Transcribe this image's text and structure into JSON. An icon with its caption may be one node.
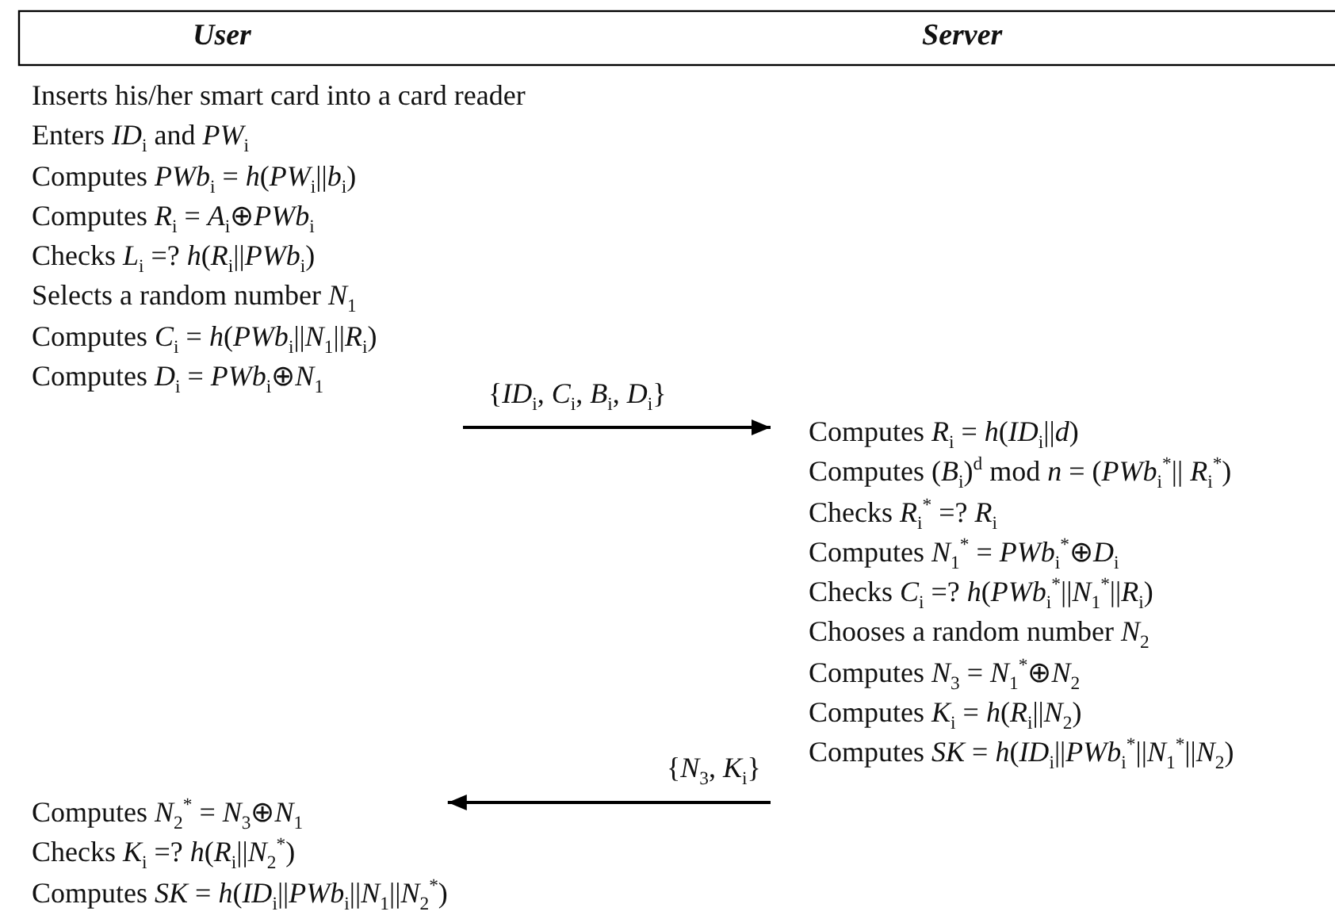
{
  "diagram": {
    "nodes": [
      {
        "text": [
          "Inserts his/her smart card into a card reader",
          "Enters *ID*$_{i}$ and *PW*$_{i}$",
          "Computes *PWb*$_{i}$ = *h*(*PW*$_{i}$||*b*$_{i}$)",
          "Computes *R*$_{i}$ = *A*$_{i}$⊕*PWb*$_{i}$",
          "Checks *L*$_{i}$ =? *h*(*R*$_{i}$||*PWb*$_{i}$)",
          "Selects a random number *N*$_{1}$",
          "Computes *C*$_{i}$ = *h*(*PWb*$_{i}$||*N*$_{1}$||*R*$_{i}$)",
          "Computes *D*$_{i}$ = *PWb*$_{i}$⊕*N*$_{1}$"
        ]
      },
      {
        "text": [
          "Computes *R*$_{i}$ = *h*(*ID*$_{i}$||*d*)",
          "Computes (*B*$_{i}$)$^{d}$ mod *n* = (*PWb*$_{i}$$^{*}$|| *R*$_{i}$$^{*}$)",
          "Checks *R*$_{i}$$^{*}$ =? *R*$_{i}$",
          "Computes *N*$_{1}$$^{*}$ = *PWb*$_{i}$$^{*}$⊕*D*$_{i}$",
          "Checks *C*$_{i}$ =? *h*(*PWb*$_{i}$$^{*}$||*N*$_{1}$$^{*}$||*R*$_{i}$)",
          "Chooses a random number *N*$_{2}$",
          "Computes *N*$_{3}$ = *N*$_{1}$$^{*}$⊕*N*$_{2}$",
          "Computes *K*$_{i}$ = *h*(*R*$_{i}$||*N*$_{2}$)",
          "Computes *SK* = *h*(*ID*$_{i}$||*PWb*$_{i}$$^{*}$||*N*$_{1}$$^{*}$||*N*$_{2}$)"
        ]
      },
      {
        "text": [
          "Computes *N*$_{2}$$^{*}$ = *N*$_{3}$⊕*N*$_{1}$",
          "Checks *K*$_{i}$ =? *h*(*R*$_{i}$||*N*$_{2}$$^{*}$)",
          "Computes *SK* = *h*(*ID*$_{i}$||*PWb*$_{i}$||*N*$_{1}$||*N*$_{2}$$^{*}$)"
        ]
      }
    ],
    "edges": [
      {
        "from": 0,
        "to": 1,
        "arrow": "to",
        "label": "{*ID*$_{i}$, *C*$_{i}$, *B*$_{i}$, *D*$_{i}$}"
      },
      {
        "from": 1,
        "to": 2,
        "arrow": "to",
        "label": "{*N*$_{3}$, *K*$_{i}$}"
      }
    ],
    "labels": [
      "User",
      "Server"
    ]
  }
}
